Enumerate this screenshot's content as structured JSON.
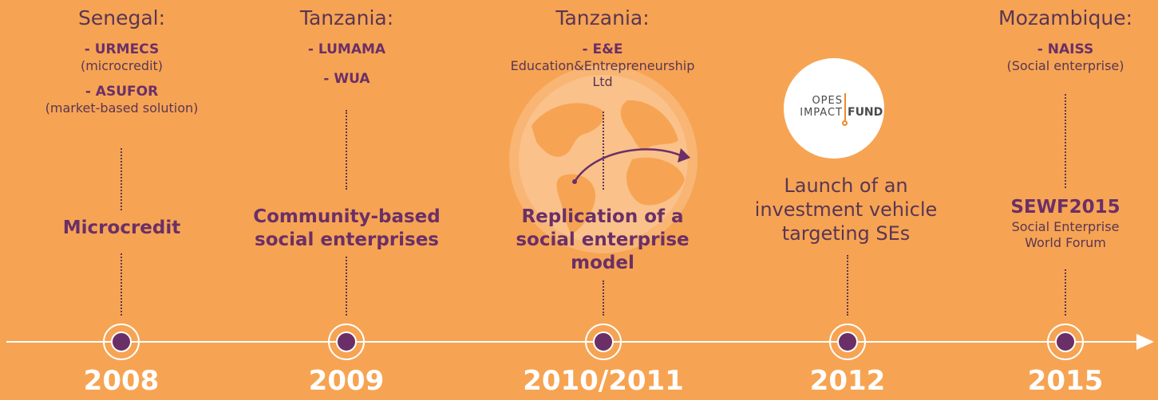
{
  "events": [
    {
      "year": "2008",
      "country": "Senegal:",
      "orgs": [
        {
          "name": "- URMECS",
          "note": "(microcredit)"
        },
        {
          "name": "- ASUFOR",
          "note": "(market-based solution)"
        }
      ],
      "category": "Microcredit"
    },
    {
      "year": "2009",
      "country": "Tanzania:",
      "orgs": [
        {
          "name": "- LUMAMA"
        },
        {
          "name": "- WUA"
        }
      ],
      "category_lines": [
        "Community-based",
        "social enterprises"
      ]
    },
    {
      "year": "2010/2011",
      "country": "Tanzania:",
      "orgs": [
        {
          "name": "- E&E",
          "note_lines": [
            "Education&Entrepreneurship",
            "Ltd"
          ]
        }
      ],
      "category_lines": [
        "Replication of a",
        "social enterprise",
        "model"
      ]
    },
    {
      "year": "2012",
      "logo": {
        "line1a": "OPES",
        "line1b": "IMPACT",
        "line2": "FUND"
      },
      "description_lines": [
        "Launch of an",
        "investment vehicle",
        "targeting SEs"
      ]
    },
    {
      "year": "2015",
      "country": "Mozambique:",
      "orgs": [
        {
          "name": "- NAISS",
          "note": "(Social enterprise)"
        }
      ],
      "category": "SEWF2015",
      "category_note_lines": [
        "Social Enterprise",
        "World Forum"
      ]
    }
  ],
  "colors": {
    "background": "#F6A453",
    "accent": "#6B2F67",
    "text": "#5A3554",
    "axis": "#ffffff"
  },
  "icons": {
    "globe": "globe-icon",
    "arrow": "replication-arrow-icon"
  }
}
